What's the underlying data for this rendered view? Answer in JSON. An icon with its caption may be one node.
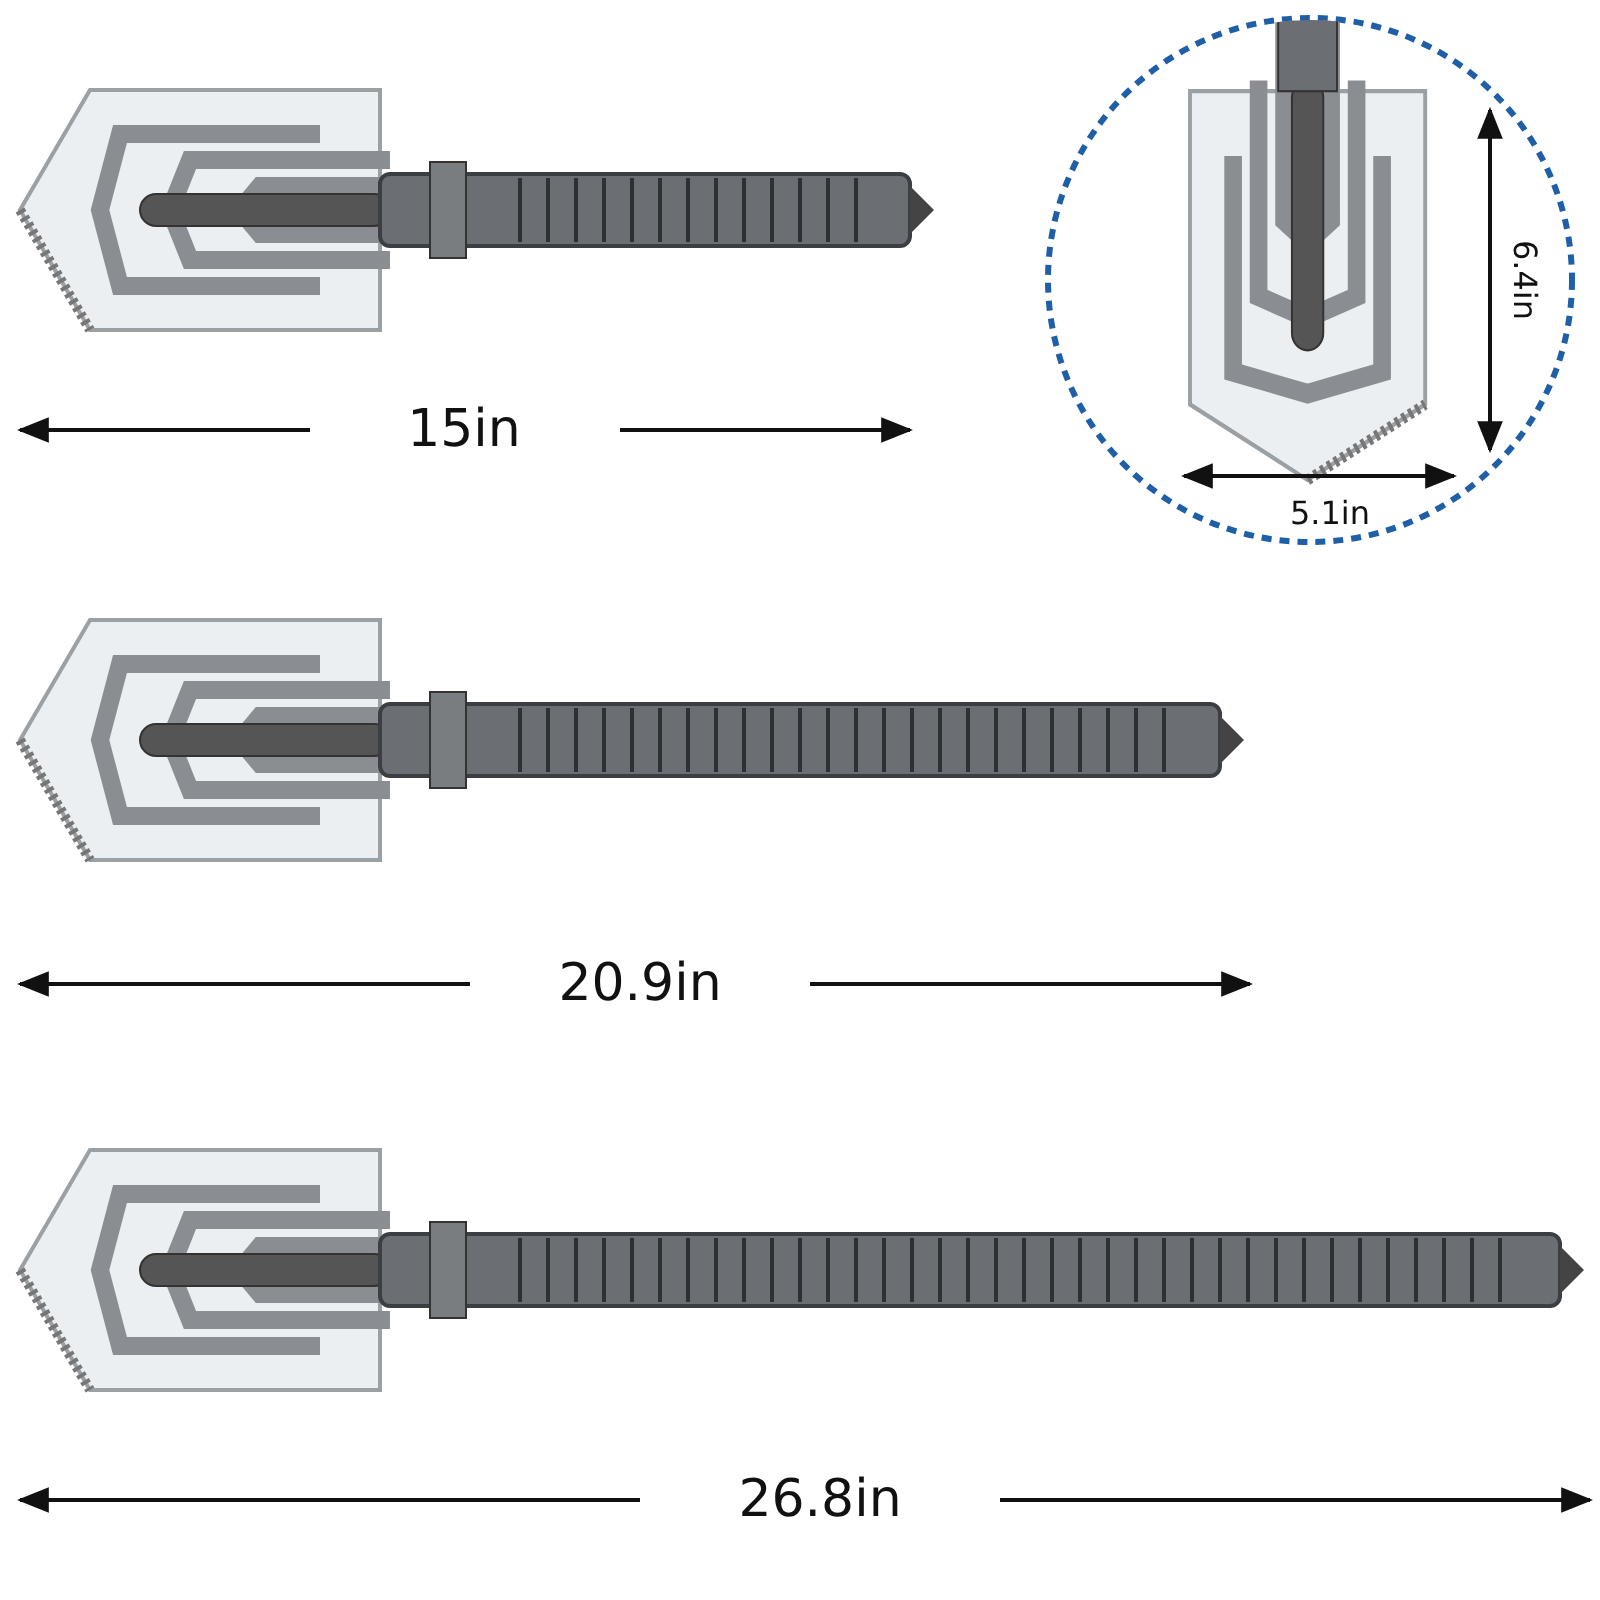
{
  "diagram": {
    "labels": [
      "15in",
      "6.4in",
      "5.1in",
      "20.9in",
      "26.8in"
    ]
  }
}
